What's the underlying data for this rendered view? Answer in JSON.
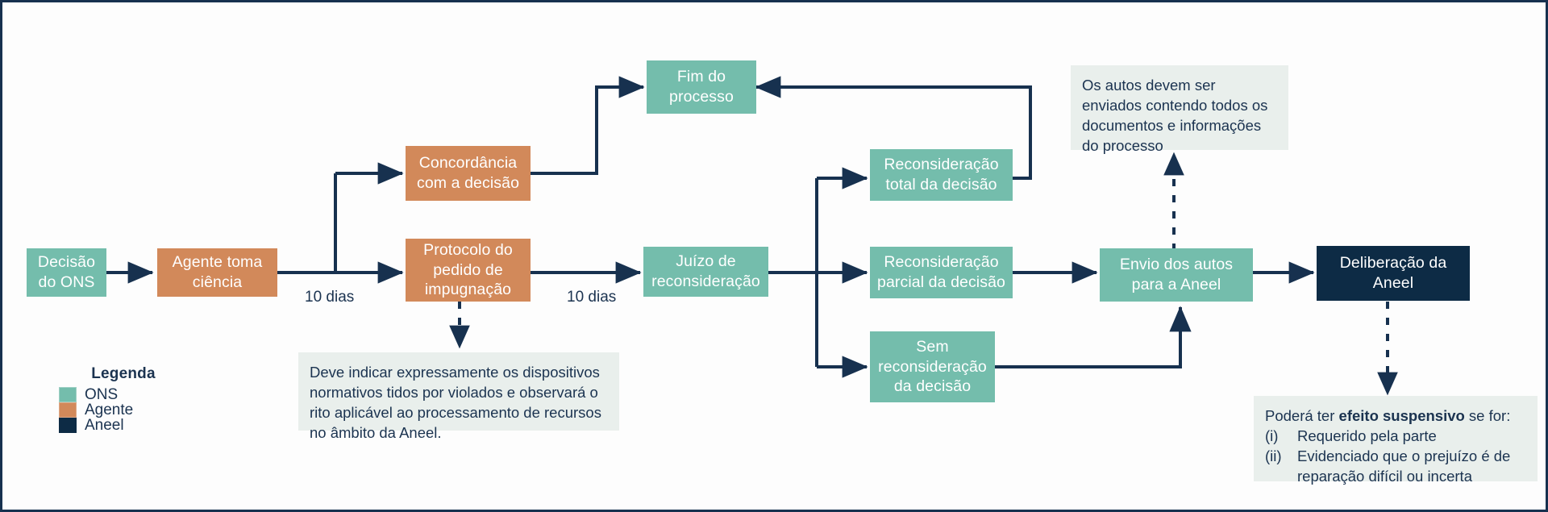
{
  "diagram": {
    "title_hidden": "",
    "colors": {
      "ons": "#74bdac",
      "agente": "#d2895a",
      "aneel": "#0d2b45",
      "note_bg": "#e9efec",
      "line": "#17314f",
      "border": "#17314f",
      "canvas_bg": "#fdfdfd"
    },
    "nodes": [
      {
        "id": "decisao_ons",
        "label": "Decisão\ndo ONS",
        "type": "ons"
      },
      {
        "id": "agente_toma",
        "label": "Agente toma\nciência",
        "type": "agente"
      },
      {
        "id": "concordancia",
        "label": "Concordância\ncom a decisão",
        "type": "agente"
      },
      {
        "id": "protocolo",
        "label": "Protocolo do\npedido de\nimpugnação",
        "type": "agente"
      },
      {
        "id": "fim_processo",
        "label": "Fim do\nprocesso",
        "type": "ons"
      },
      {
        "id": "juizo",
        "label": "Juízo de\nreconsideração",
        "type": "ons"
      },
      {
        "id": "recons_total",
        "label": "Reconsideração\ntotal da decisão",
        "type": "ons"
      },
      {
        "id": "recons_parcial",
        "label": "Reconsideração\nparcial da decisão",
        "type": "ons"
      },
      {
        "id": "sem_recons",
        "label": "Sem\nreconsideração\nda decisão",
        "type": "ons"
      },
      {
        "id": "envio_autos",
        "label": "Envio dos autos\npara a Aneel",
        "type": "ons"
      },
      {
        "id": "deliberacao",
        "label": "Deliberação da\nAneel",
        "type": "aneel"
      }
    ],
    "edge_labels": [
      {
        "id": "prazo_1",
        "text": "10 dias"
      },
      {
        "id": "prazo_2",
        "text": "10 dias"
      }
    ],
    "notes": [
      {
        "id": "note_protocolo",
        "text": "Deve indicar expressamente os dispositivos normativos tidos por violados e observará o rito aplicável ao processamento de recursos no âmbito da Aneel."
      },
      {
        "id": "note_autos",
        "text": "Os autos devem ser enviados contendo todos os documentos e informações do processo"
      }
    ],
    "note_suspensivo": {
      "id": "note_suspensivo",
      "lead_before": "Poderá ter ",
      "lead_bold": "efeito suspensivo",
      "lead_after": " se for:",
      "items": [
        {
          "marker": "(i)",
          "text": "Requerido pela parte"
        },
        {
          "marker": "(ii)",
          "text": "Evidenciado que o prejuízo é de reparação difícil ou incerta"
        }
      ]
    },
    "legend": {
      "title": "Legenda",
      "items": [
        {
          "key": "ons",
          "label": "ONS"
        },
        {
          "key": "agente",
          "label": "Agente"
        },
        {
          "key": "aneel",
          "label": "Aneel"
        }
      ]
    }
  }
}
